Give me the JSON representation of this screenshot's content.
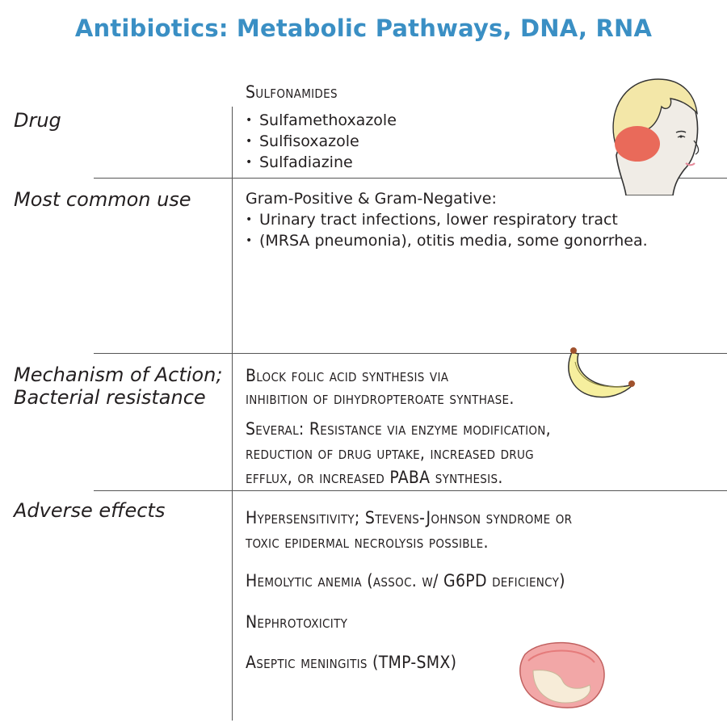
{
  "title": "Antibiotics: Metabolic Pathways, DNA, RNA",
  "rows": {
    "drug": {
      "label": "Drug",
      "heading": "Sulfonamides",
      "items": [
        "Sulfamethoxazole",
        "Sulfisoxazole",
        "Sulfadiazine"
      ]
    },
    "use": {
      "label": "Most common use",
      "intro": "Gram-Positive & Gram-Negative:",
      "items": [
        "Urinary tract infections, lower respiratory tract",
        "(MRSA pneumonia), otitis media, some gonorrhea."
      ]
    },
    "mechanism": {
      "label_line1": "Mechanism of Action;",
      "label_line2": "Bacterial resistance",
      "para1_line1": "Block folic acid synthesis via",
      "para1_line2": "inhibition of dihydropteroate synthase.",
      "para2_line1": "Several: Resistance via enzyme modification,",
      "para2_line2": "reduction of drug uptake, increased drug",
      "para2_line3": "efflux, or increased PABA synthesis."
    },
    "adverse": {
      "label": "Adverse effects",
      "effect1_line1": "Hypersensitivity; Stevens-Johnson syndrome or",
      "effect1_line2": "toxic epidermal necrolysis possible.",
      "effect2": "Hemolytic anemia (assoc. w/ G6PD deficiency)",
      "effect3": "Nephrotoxicity",
      "effect4": "Aseptic meningitis (TMP-SMX)"
    }
  },
  "colors": {
    "title": "#3a8fc4",
    "lines": "#555555",
    "text": "#231f20"
  },
  "icons": [
    "child-head-icon",
    "banana-icon",
    "kidney-icon"
  ]
}
